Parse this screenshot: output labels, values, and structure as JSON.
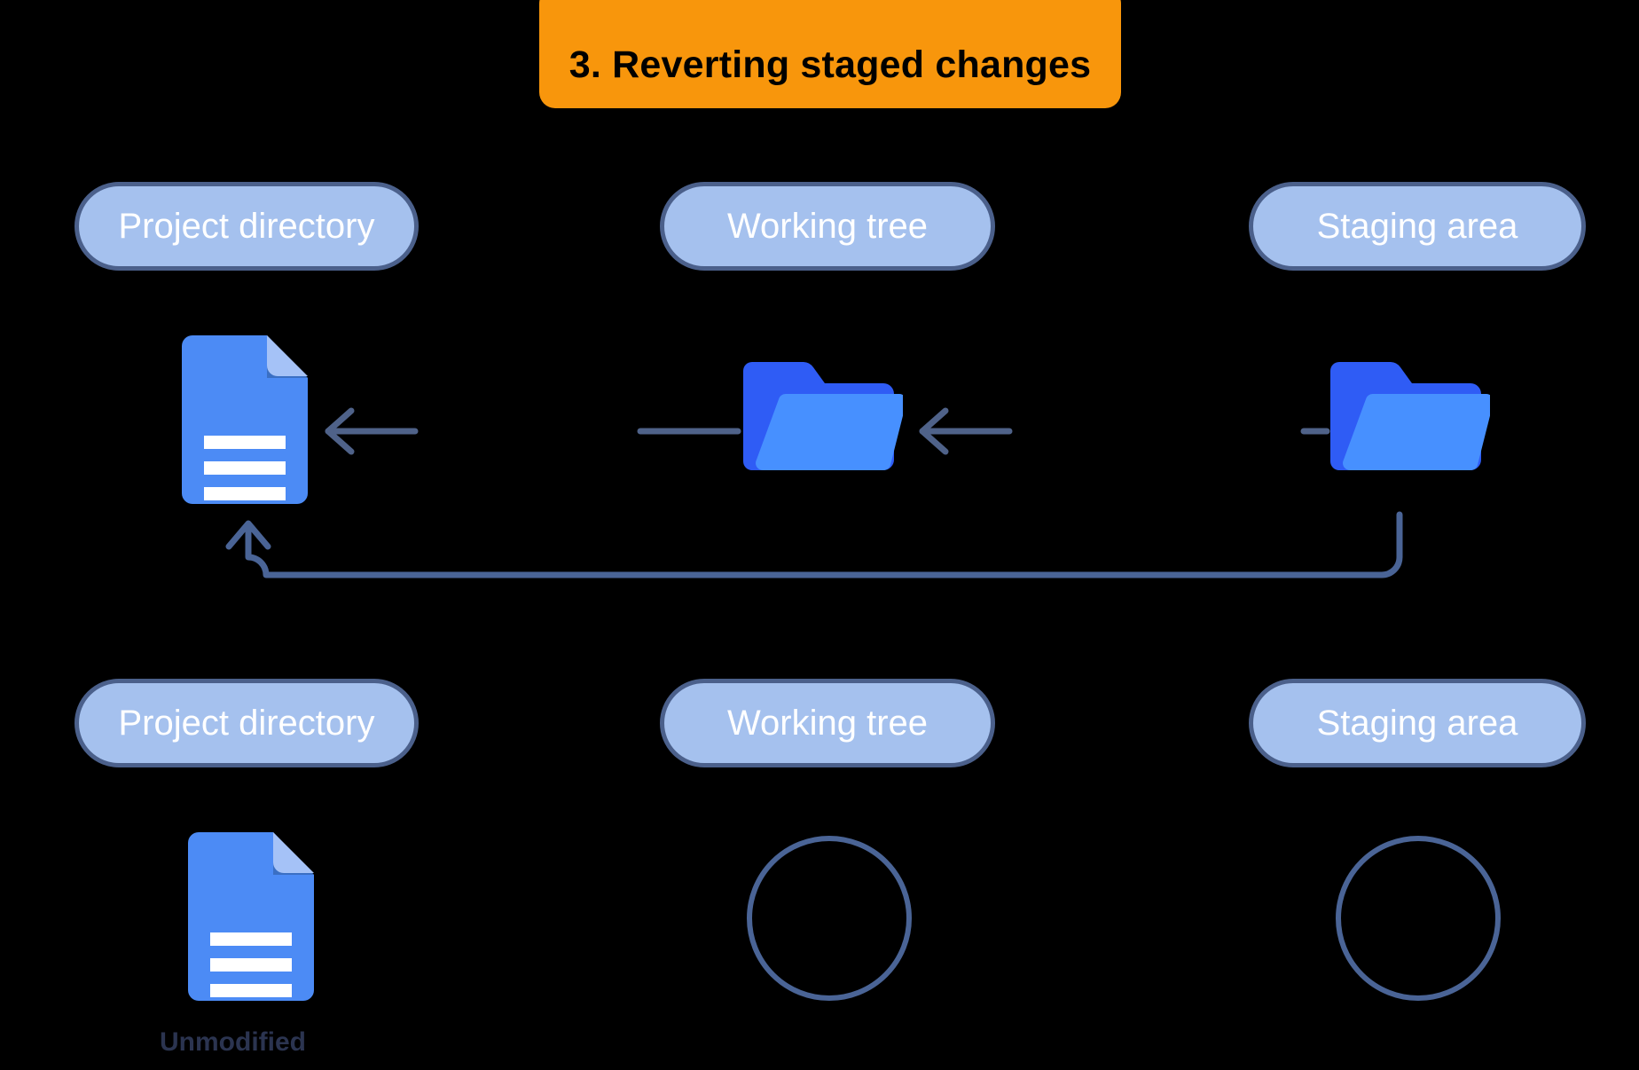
{
  "title": {
    "text": "3. Reverting staged changes",
    "background_color": "#f8960c",
    "text_color": "#000000"
  },
  "colors": {
    "background": "#000000",
    "pill_fill": "#a5c1ee",
    "pill_border": "#4b608b",
    "pill_text": "#ffffff",
    "arrow": "#4f6289",
    "connector": "#4a6496",
    "doc_body": "#4c8bf5",
    "doc_fold_light": "#a5c2f7",
    "doc_fold_shadow": "#3a6fc4",
    "doc_lines": "#ffffff",
    "folder_back": "#2f5cf5",
    "folder_front": "#4790ff",
    "circle_outline": "#4a6496",
    "caption_text": "#2b3450"
  },
  "rows": [
    {
      "id": "before",
      "columns": [
        {
          "label": "Project directory",
          "icon": "document-icon"
        },
        {
          "label": "Working tree",
          "icon": "folder-icon"
        },
        {
          "label": "Staging area",
          "icon": "folder-icon"
        }
      ]
    },
    {
      "id": "after",
      "columns": [
        {
          "label": "Project directory",
          "icon": "document-icon",
          "caption": "Unmodified"
        },
        {
          "label": "Working tree",
          "icon": "empty-circle-icon"
        },
        {
          "label": "Staging area",
          "icon": "empty-circle-icon"
        }
      ]
    }
  ],
  "flows": [
    {
      "name": "staging-to-working",
      "direction": "left",
      "type": "straight-arrow"
    },
    {
      "name": "working-to-project",
      "direction": "left",
      "type": "straight-arrow"
    },
    {
      "name": "staging-to-project-return",
      "direction": "up-left",
      "type": "elbow-arrow"
    }
  ],
  "caption": {
    "unmodified": "Unmodified"
  }
}
